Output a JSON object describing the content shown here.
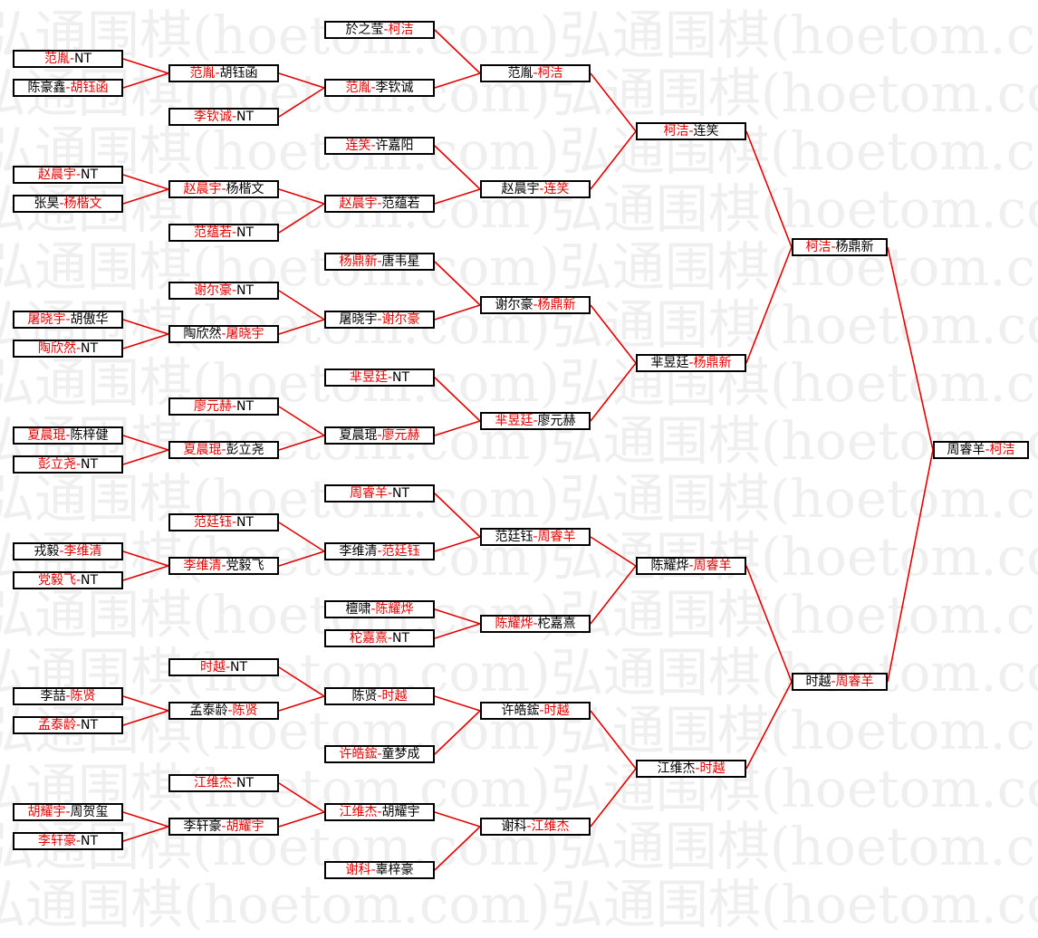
{
  "colors": {
    "winner": "#e00000",
    "line": "#e00000",
    "box_border": "#000000",
    "watermark": "#efefef"
  },
  "watermark_text": "弘通围棋(hoetom.com)弘通围棋(hoetom.com)",
  "rounds": [
    {
      "name": "r1",
      "matches": [
        {
          "p1": "范胤",
          "p2": "NT",
          "winner": 1
        },
        {
          "p1": "陈豪鑫",
          "p2": "胡钰函",
          "winner": 2
        },
        {
          "p1": "赵晨宇",
          "p2": "NT",
          "winner": 1
        },
        {
          "p1": "张昊",
          "p2": "杨楷文",
          "winner": 2
        },
        {
          "p1": "屠晓宇",
          "p2": "胡傲华",
          "winner": 1
        },
        {
          "p1": "陶欣然",
          "p2": "NT",
          "winner": 1
        },
        {
          "p1": "夏晨琨",
          "p2": "陈梓健",
          "winner": 1
        },
        {
          "p1": "彭立尧",
          "p2": "NT",
          "winner": 1
        },
        {
          "p1": "戎毅",
          "p2": "李维清",
          "winner": 2
        },
        {
          "p1": "党毅飞",
          "p2": "NT",
          "winner": 1
        },
        {
          "p1": "李喆",
          "p2": "陈贤",
          "winner": 2
        },
        {
          "p1": "孟泰龄",
          "p2": "NT",
          "winner": 1
        },
        {
          "p1": "胡耀宇",
          "p2": "周贺玺",
          "winner": 1
        },
        {
          "p1": "李轩豪",
          "p2": "NT",
          "winner": 1
        }
      ]
    },
    {
      "name": "r2",
      "matches": [
        {
          "p1": "范胤",
          "p2": "胡钰函",
          "winner": 1
        },
        {
          "p1": "李钦诚",
          "p2": "NT",
          "winner": 1
        },
        {
          "p1": "赵晨宇",
          "p2": "杨楷文",
          "winner": 1
        },
        {
          "p1": "范蕴若",
          "p2": "NT",
          "winner": 1
        },
        {
          "p1": "谢尔豪",
          "p2": "NT",
          "winner": 1
        },
        {
          "p1": "陶欣然",
          "p2": "屠晓宇",
          "winner": 2
        },
        {
          "p1": "廖元赫",
          "p2": "NT",
          "winner": 1
        },
        {
          "p1": "夏晨琨",
          "p2": "彭立尧",
          "winner": 1
        },
        {
          "p1": "范廷钰",
          "p2": "NT",
          "winner": 1
        },
        {
          "p1": "李维清",
          "p2": "党毅飞",
          "winner": 1
        },
        {
          "p1": "时越",
          "p2": "NT",
          "winner": 1
        },
        {
          "p1": "孟泰龄",
          "p2": "陈贤",
          "winner": 2
        },
        {
          "p1": "江维杰",
          "p2": "NT",
          "winner": 1
        },
        {
          "p1": "李轩豪",
          "p2": "胡耀宇",
          "winner": 2
        }
      ]
    },
    {
      "name": "r3",
      "matches": [
        {
          "p1": "於之莹",
          "p2": "柯洁",
          "winner": 2
        },
        {
          "p1": "范胤",
          "p2": "李钦诚",
          "winner": 1
        },
        {
          "p1": "连笑",
          "p2": "许嘉阳",
          "winner": 1
        },
        {
          "p1": "赵晨宇",
          "p2": "范蕴若",
          "winner": 1
        },
        {
          "p1": "杨鼎新",
          "p2": "唐韦星",
          "winner": 1
        },
        {
          "p1": "屠晓宇",
          "p2": "谢尔豪",
          "winner": 2
        },
        {
          "p1": "芈昱廷",
          "p2": "NT",
          "winner": 1
        },
        {
          "p1": "夏晨琨",
          "p2": "廖元赫",
          "winner": 2
        },
        {
          "p1": "周睿羊",
          "p2": "NT",
          "winner": 1
        },
        {
          "p1": "李维清",
          "p2": "范廷钰",
          "winner": 2
        },
        {
          "p1": "檀啸",
          "p2": "陈耀烨",
          "winner": 2
        },
        {
          "p1": "柁嘉熹",
          "p2": "NT",
          "winner": 1
        },
        {
          "p1": "陈贤",
          "p2": "时越",
          "winner": 2
        },
        {
          "p1": "许皓鋐",
          "p2": "童梦成",
          "winner": 1
        },
        {
          "p1": "江维杰",
          "p2": "胡耀宇",
          "winner": 1
        },
        {
          "p1": "谢科",
          "p2": "辜梓豪",
          "winner": 1
        }
      ]
    },
    {
      "name": "r4",
      "matches": [
        {
          "p1": "范胤",
          "p2": "柯洁",
          "winner": 2
        },
        {
          "p1": "赵晨宇",
          "p2": "连笑",
          "winner": 2
        },
        {
          "p1": "谢尔豪",
          "p2": "杨鼎新",
          "winner": 2
        },
        {
          "p1": "芈昱廷",
          "p2": "廖元赫",
          "winner": 1
        },
        {
          "p1": "范廷钰",
          "p2": "周睿羊",
          "winner": 2
        },
        {
          "p1": "陈耀烨",
          "p2": "柁嘉熹",
          "winner": 1
        },
        {
          "p1": "许皓鋐",
          "p2": "时越",
          "winner": 2
        },
        {
          "p1": "谢科",
          "p2": "江维杰",
          "winner": 2
        }
      ]
    },
    {
      "name": "r5",
      "matches": [
        {
          "p1": "柯洁",
          "p2": "连笑",
          "winner": 1
        },
        {
          "p1": "芈昱廷",
          "p2": "杨鼎新",
          "winner": 2
        },
        {
          "p1": "陈耀烨",
          "p2": "周睿羊",
          "winner": 2
        },
        {
          "p1": "江维杰",
          "p2": "时越",
          "winner": 2
        }
      ]
    },
    {
      "name": "r6",
      "matches": [
        {
          "p1": "柯洁",
          "p2": "杨鼎新",
          "winner": 1
        },
        {
          "p1": "时越",
          "p2": "周睿羊",
          "winner": 2
        }
      ]
    },
    {
      "name": "final",
      "matches": [
        {
          "p1": "周睿羊",
          "p2": "柯洁",
          "winner": 2
        }
      ]
    }
  ]
}
